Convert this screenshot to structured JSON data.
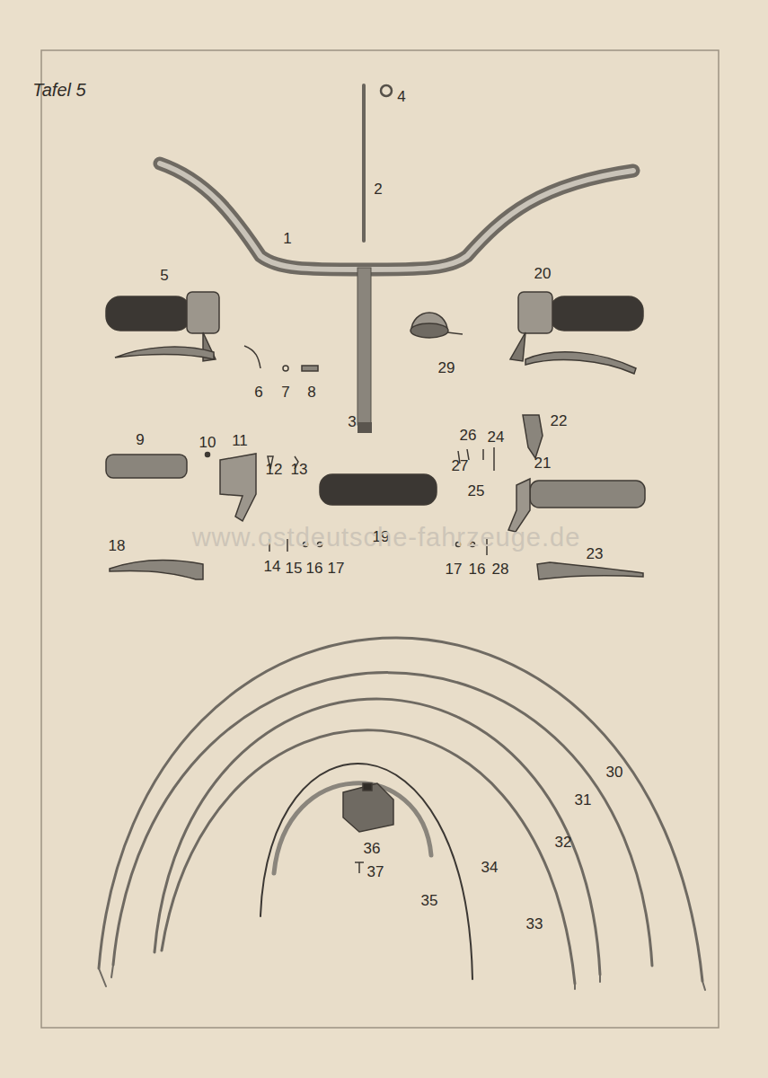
{
  "diagram": {
    "labels": [
      "Tafel 5",
      "4",
      "2",
      "1",
      "5",
      "20",
      "29",
      "6",
      "7",
      "8",
      "22",
      "26",
      "24",
      "27",
      "25",
      "3",
      "9",
      "10",
      "11",
      "12",
      "13",
      "19",
      "21",
      "18",
      "14",
      "15",
      "16",
      "17",
      "17",
      "16",
      "28",
      "23",
      "30",
      "31",
      "32",
      "33",
      "34",
      "35",
      "36",
      "37",
      "www.ostdeutsche-fahrzeuge.de"
    ]
  }
}
